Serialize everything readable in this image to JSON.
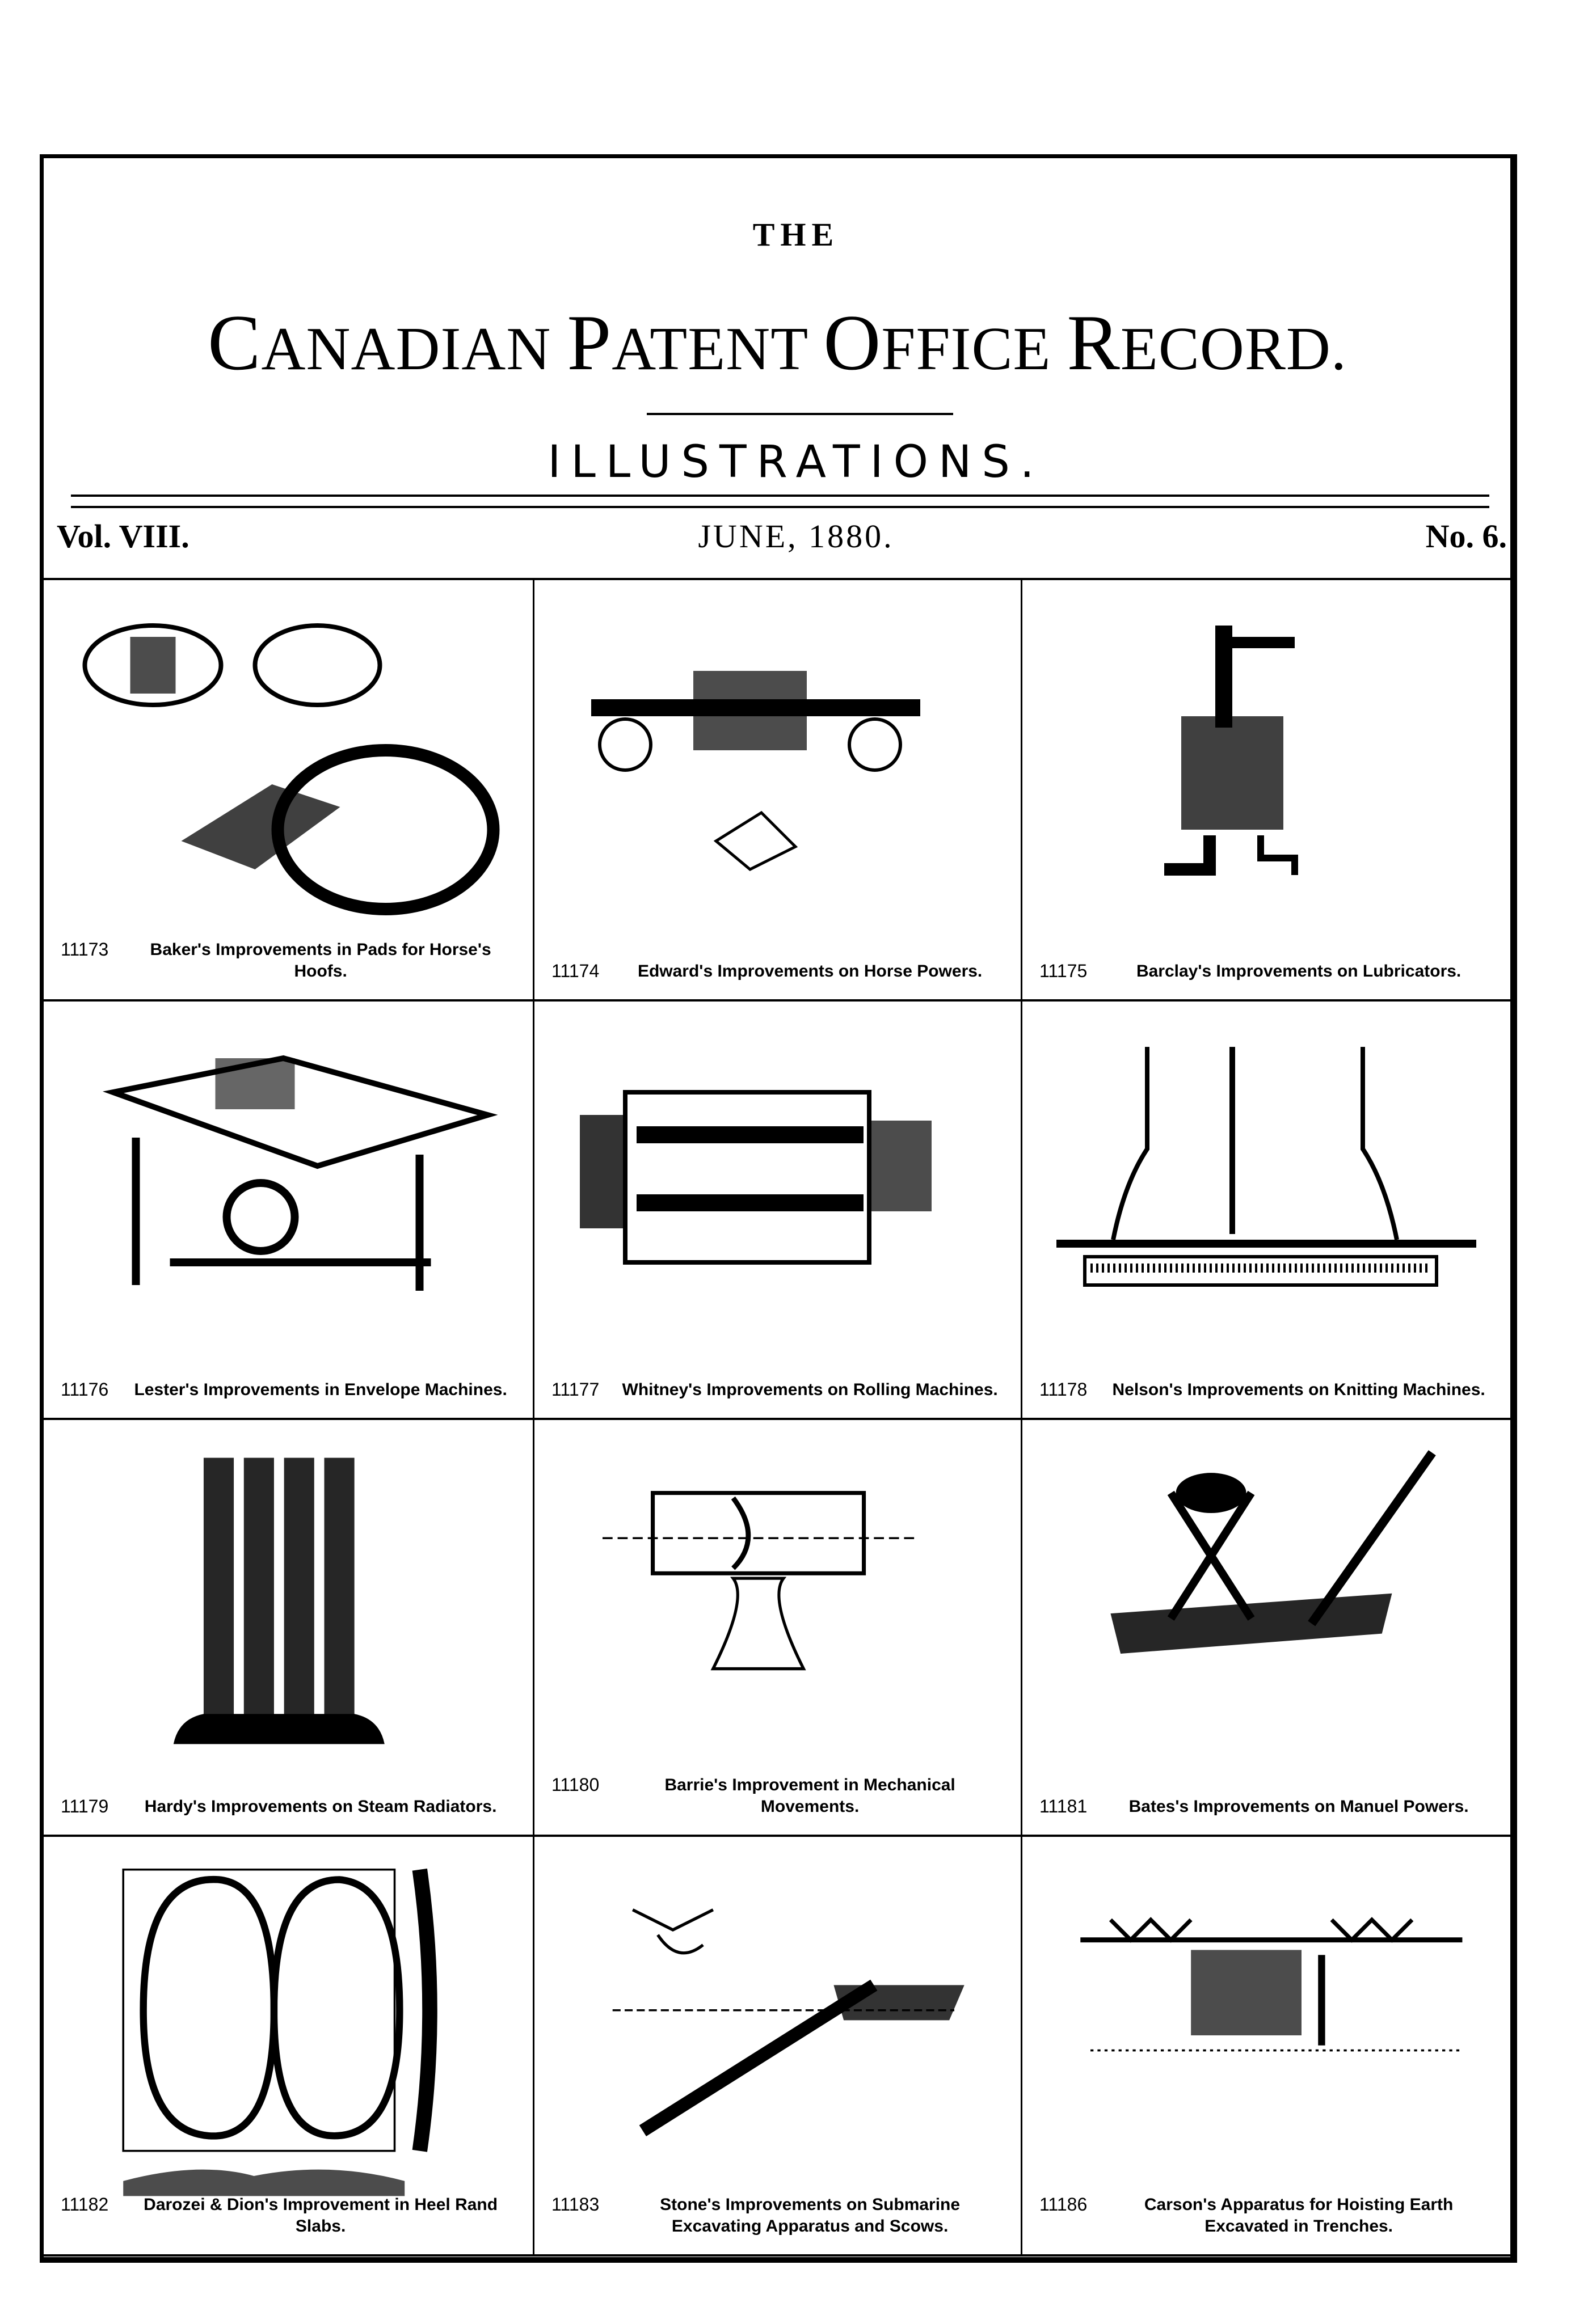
{
  "header": {
    "the": "THE",
    "title_words": [
      {
        "cap": "C",
        "rest": "ANADIAN"
      },
      {
        "cap": "P",
        "rest": "ATENT"
      },
      {
        "cap": "O",
        "rest": "FFICE"
      },
      {
        "cap": "R",
        "rest": "ECORD."
      }
    ],
    "subtitle": "ILLUSTRATIONS.",
    "volume": "Vol. VIII.",
    "date": "JUNE, 1880.",
    "number": "No. 6."
  },
  "patents": [
    {
      "number": "11173",
      "caption": "Baker's Improvements in Pads for Horse's Hoofs.",
      "icon": "horse-hoof-pad-drawing"
    },
    {
      "number": "11174",
      "caption": "Edward's Improvements on Horse Powers.",
      "icon": "horse-power-gear-drawing"
    },
    {
      "number": "11175",
      "caption": "Barclay's Improvements on Lubricators.",
      "icon": "lubricator-drawing"
    },
    {
      "number": "11176",
      "caption": "Lester's Improvements in Envelope Machines.",
      "icon": "envelope-machine-drawing"
    },
    {
      "number": "11177",
      "caption": "Whitney's Improvements on Rolling Machines.",
      "icon": "rolling-machine-drawing"
    },
    {
      "number": "11178",
      "caption": "Nelson's Improvements on Knitting Machines.",
      "icon": "knitting-machine-drawing"
    },
    {
      "number": "11179",
      "caption": "Hardy's Improvements on Steam Radiators.",
      "icon": "steam-radiator-drawing"
    },
    {
      "number": "11180",
      "caption": "Barrie's Improvement in Mechanical Movements.",
      "icon": "mechanical-movement-drawing"
    },
    {
      "number": "11181",
      "caption": "Bates's Improvements on Manuel Powers.",
      "icon": "manual-power-drawing"
    },
    {
      "number": "11182",
      "caption": "Darozei & Dion's Improvement in Heel Rand Slabs.",
      "icon": "heel-rand-slab-drawing"
    },
    {
      "number": "11183",
      "caption": "Stone's Improvements on Submarine Excavating Apparatus and Scows.",
      "icon": "submarine-excavator-drawing"
    },
    {
      "number": "11186",
      "caption": "Carson's Apparatus for Hoisting Earth Excavated in Trenches.",
      "icon": "hoisting-apparatus-drawing"
    }
  ]
}
